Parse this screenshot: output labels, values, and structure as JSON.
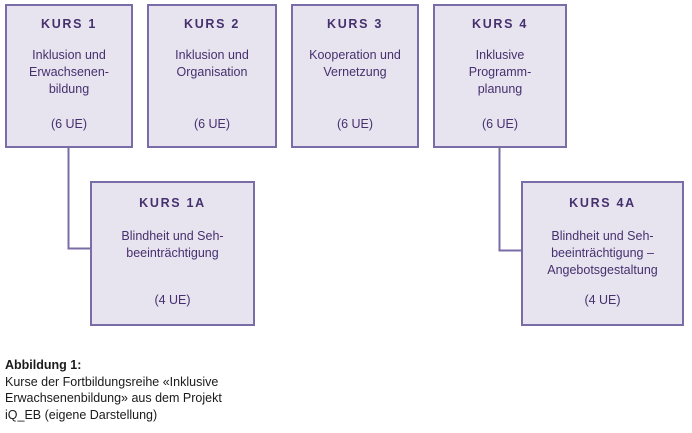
{
  "figure": {
    "boxes": [
      {
        "id": "kurs-1",
        "title": "KURS 1",
        "body_lines": [
          "Inklusion und",
          "Erwachsenen-",
          "bildung"
        ],
        "units": "(6 UE)"
      },
      {
        "id": "kurs-2",
        "title": "KURS 2",
        "body_lines": [
          "Inklusion und",
          "Organisation"
        ],
        "units": "(6 UE)"
      },
      {
        "id": "kurs-3",
        "title": "KURS 3",
        "body_lines": [
          "Kooperation und",
          "Vernetzung"
        ],
        "units": "(6 UE)"
      },
      {
        "id": "kurs-4",
        "title": "KURS 4",
        "body_lines": [
          "Inklusive",
          "Programm-",
          "planung"
        ],
        "units": "(6 UE)"
      },
      {
        "id": "kurs-1a",
        "title": "KURS 1A",
        "body_lines": [
          "Blindheit und Seh-",
          "beeinträchtigung"
        ],
        "units": "(4 UE)"
      },
      {
        "id": "kurs-4a",
        "title": "KURS 4A",
        "body_lines": [
          "Blindheit und Seh-",
          "beeinträchtigung –",
          "Angebotsgestaltung"
        ],
        "units": "(4 UE)"
      }
    ],
    "connectors": [
      {
        "id": "kurs-1-to-kurs-1a"
      },
      {
        "id": "kurs-4-to-kurs-4a"
      }
    ],
    "colors": {
      "box_fill": "#e7e4ef",
      "box_border": "#7a6ca6",
      "text": "#46306e",
      "connector": "#7a6ca6",
      "caption_text": "#1a1a1a",
      "background": "#ffffff"
    }
  },
  "caption": {
    "title": "Abbildung 1:",
    "lines": [
      "Kurse der Fortbildungsreihe «Inklusive",
      "Erwachsenenbildung» aus dem Projekt",
      "iQ_EB (eigene Darstellung)"
    ]
  }
}
